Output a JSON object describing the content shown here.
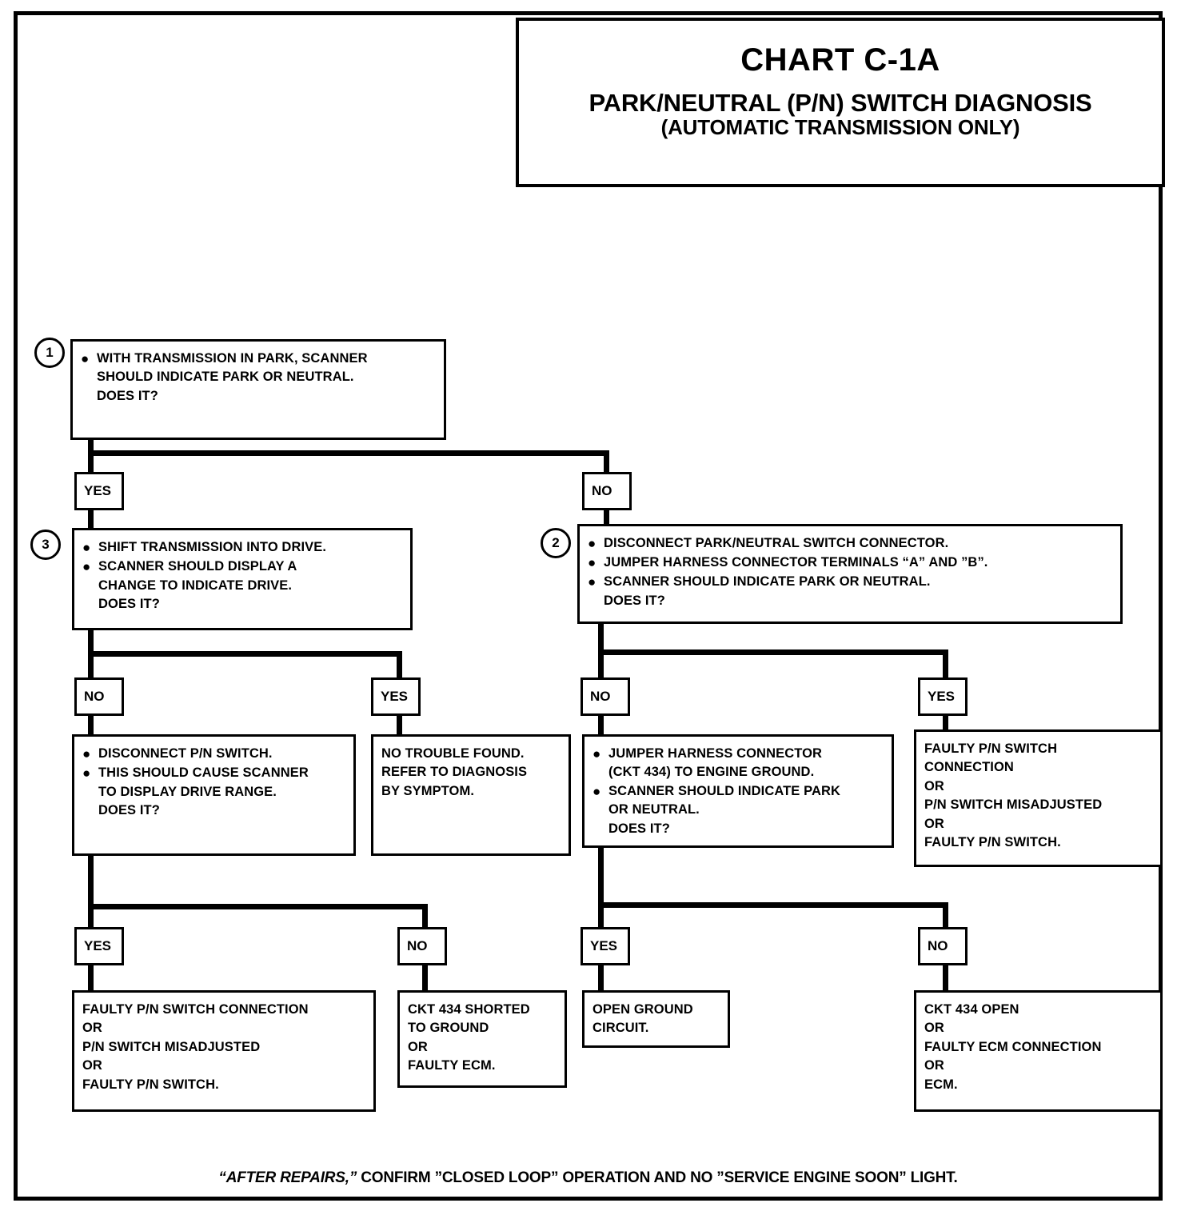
{
  "title": {
    "chart_number": "CHART C-1A",
    "chart_title": "PARK/NEUTRAL (P/N) SWITCH DIAGNOSIS",
    "chart_subtitle": "(AUTOMATIC TRANSMISSION ONLY)"
  },
  "steps": {
    "one": "1",
    "two": "2",
    "three": "3"
  },
  "tags": {
    "yes": "YES",
    "no": "NO"
  },
  "nodes": {
    "step1": {
      "bullet1": "WITH TRANSMISSION IN PARK, SCANNER\nSHOULD INDICATE PARK OR NEUTRAL.\nDOES IT?"
    },
    "step3": {
      "bullet1": "SHIFT TRANSMISSION INTO DRIVE.",
      "bullet2": "SCANNER SHOULD DISPLAY A\nCHANGE TO INDICATE DRIVE.\n  DOES IT?"
    },
    "step2": {
      "bullet1": "DISCONNECT PARK/NEUTRAL SWITCH CONNECTOR.",
      "bullet2": "JUMPER HARNESS CONNECTOR TERMINALS “A” AND ”B”.",
      "bullet3": "SCANNER  SHOULD INDICATE PARK OR NEUTRAL.\n  DOES IT?"
    },
    "disconnect_pn": {
      "bullet1": " DISCONNECT P/N SWITCH.",
      "bullet2": "THIS SHOULD CAUSE SCANNER\nTO DISPLAY DRIVE RANGE.\n  DOES IT?"
    },
    "no_trouble": {
      "text": "NO TROUBLE FOUND.\nREFER TO  DIAGNOSIS\nBY SYMPTOM."
    },
    "jumper_ground": {
      "bullet1": "JUMPER HARNESS CONNECTOR\n(CKT 434) TO ENGINE GROUND.",
      "bullet2": "SCANNER SHOULD INDICATE PARK\n OR NEUTRAL.\n DOES IT?"
    },
    "faulty_switch_right": {
      "text": "FAULTY P/N SWITCH\nCONNECTION\nOR\nP/N SWITCH MISADJUSTED\nOR\nFAULTY P/N SWITCH."
    },
    "faulty_switch_left": {
      "text": "FAULTY P/N SWITCH CONNECTION\nOR\nP/N SWITCH MISADJUSTED\nOR\nFAULTY P/N SWITCH."
    },
    "ckt434_shorted": {
      "text": "CKT 434 SHORTED\nTO GROUND\nOR\nFAULTY ECM."
    },
    "open_ground": {
      "text": "OPEN GROUND\nCIRCUIT."
    },
    "ckt434_open": {
      "text": "CKT 434 OPEN\nOR\nFAULTY ECM CONNECTION\nOR\nECM."
    }
  },
  "footer": {
    "lead_italic": "“AFTER REPAIRS,”",
    "rest": " CONFIRM ”CLOSED LOOP” OPERATION AND NO ”SERVICE ENGINE SOON” LIGHT."
  },
  "colors": {
    "line": "#000000",
    "background": "#ffffff"
  }
}
